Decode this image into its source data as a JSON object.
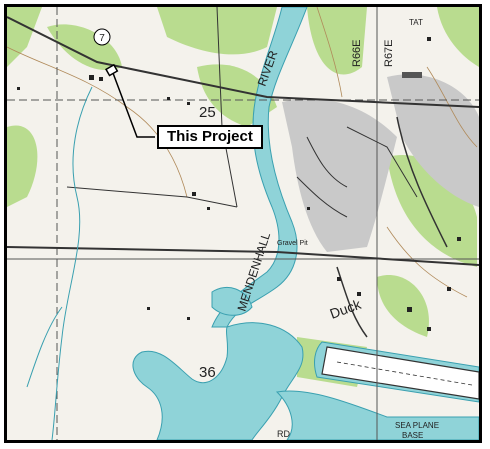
{
  "map": {
    "callout_label": "This Project",
    "labels": {
      "river": "RIVER",
      "mendenhall": "MENDENHALL",
      "duck": "Duck",
      "section_25": "25",
      "section_36": "36",
      "r66e": "R66E",
      "r67e": "R67E",
      "route": "7",
      "gravel_pit": "Gravel Pit",
      "seaplane": "SEA PLANE",
      "base": "BASE",
      "rd": "RD",
      "tat": "TAT"
    },
    "colors": {
      "water": "#8fd3d8",
      "urban": "#c9c9c9",
      "vegetation": "#b9dc8f",
      "paper": "#f4f2ec",
      "grid": "#555555",
      "contour": "#b08a5a",
      "road": "#333333"
    }
  }
}
